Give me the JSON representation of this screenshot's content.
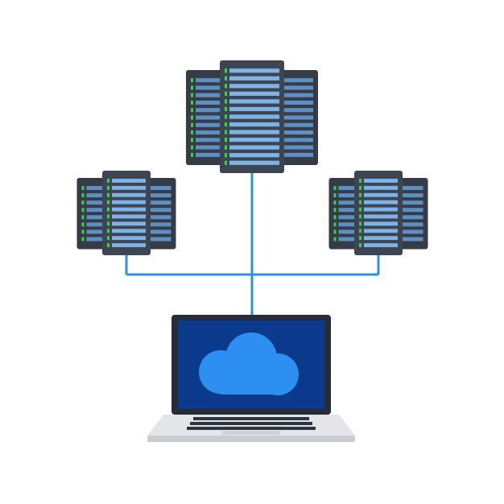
{
  "colors": {
    "background": "#ffffff",
    "rack_body": "#3d4552",
    "rack_side": "#353c47",
    "drive_bay": "#7fb3e6",
    "drive_bay_dark": "#5e8fc2",
    "status_led": "#39d24a",
    "connector": "#2f8fe0",
    "screen": "#0b3a8c",
    "cloud": "#2d8ff0",
    "laptop_frame": "#262d38",
    "laptop_base": "#e3e5e8",
    "keyboard": "#2e3440"
  },
  "diagram": {
    "nodes": [
      {
        "id": "server-top",
        "icon": "server-rack-icon"
      },
      {
        "id": "server-left",
        "icon": "server-rack-icon"
      },
      {
        "id": "server-right",
        "icon": "server-rack-icon"
      },
      {
        "id": "laptop",
        "icon": "laptop-icon"
      },
      {
        "id": "cloud",
        "icon": "cloud-icon"
      }
    ],
    "edges": [
      {
        "from": "server-top",
        "to": "laptop"
      },
      {
        "from": "server-left",
        "to": "laptop"
      },
      {
        "from": "server-right",
        "to": "laptop"
      }
    ]
  }
}
